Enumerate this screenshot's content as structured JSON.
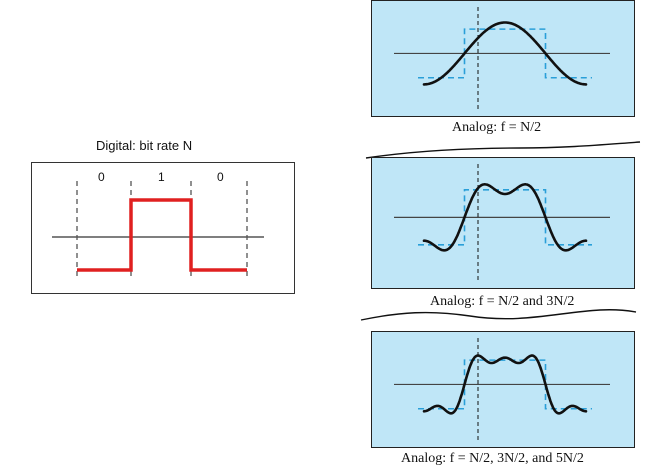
{
  "digital": {
    "title": "Digital: bit rate N",
    "bits": [
      "0",
      "1",
      "0"
    ],
    "levels": [
      0,
      1,
      0
    ]
  },
  "analog": [
    {
      "caption": "Analog: f = N/2",
      "harmonics": [
        1
      ]
    },
    {
      "caption": "Analog: f = N/2 and 3N/2",
      "harmonics": [
        1,
        3
      ]
    },
    {
      "caption": "Analog: f = N/2, 3N/2, and 5N/2",
      "harmonics": [
        1,
        3,
        5
      ]
    }
  ],
  "colors": {
    "digital_signal": "#e02020",
    "panel_fill": "#bfe6f7",
    "reference_pulse": "#2a9fd8",
    "analog_wave": "#111111"
  }
}
